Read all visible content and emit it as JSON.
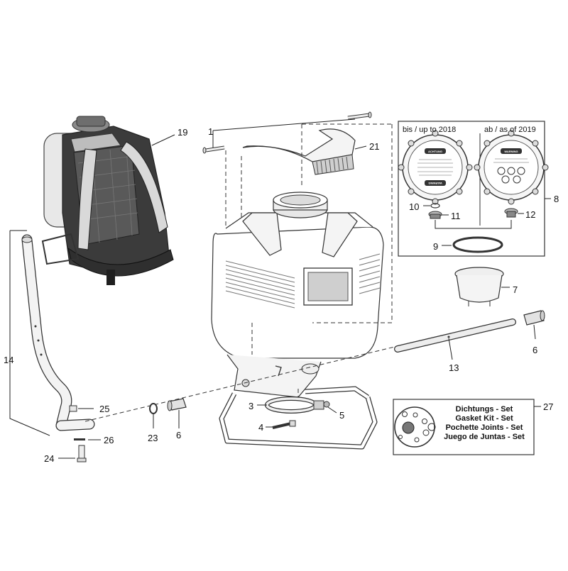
{
  "callouts": {
    "c1": "1",
    "c3": "3",
    "c4": "4",
    "c5": "5",
    "c6a": "6",
    "c6b": "6",
    "c7": "7",
    "c8": "8",
    "c9": "9",
    "c10": "10",
    "c11": "11",
    "c12": "12",
    "c13": "13",
    "c14": "14",
    "c19": "19",
    "c21": "21",
    "c23": "23",
    "c24": "24",
    "c25": "25",
    "c26": "26",
    "c27": "27"
  },
  "version_box": {
    "left_header": "bis / up to 2018",
    "right_header": "ab / as of 2019",
    "left_cap_label": "ACHTUNG",
    "left_cap_label_inverted": "WARNING",
    "right_cap_label": "WARNING"
  },
  "gasket_kit": {
    "lines": [
      "Dichtungs - Set",
      "Gasket Kit - Set",
      "Pochette Joints - Set",
      "Juego de Juntas - Set"
    ]
  }
}
